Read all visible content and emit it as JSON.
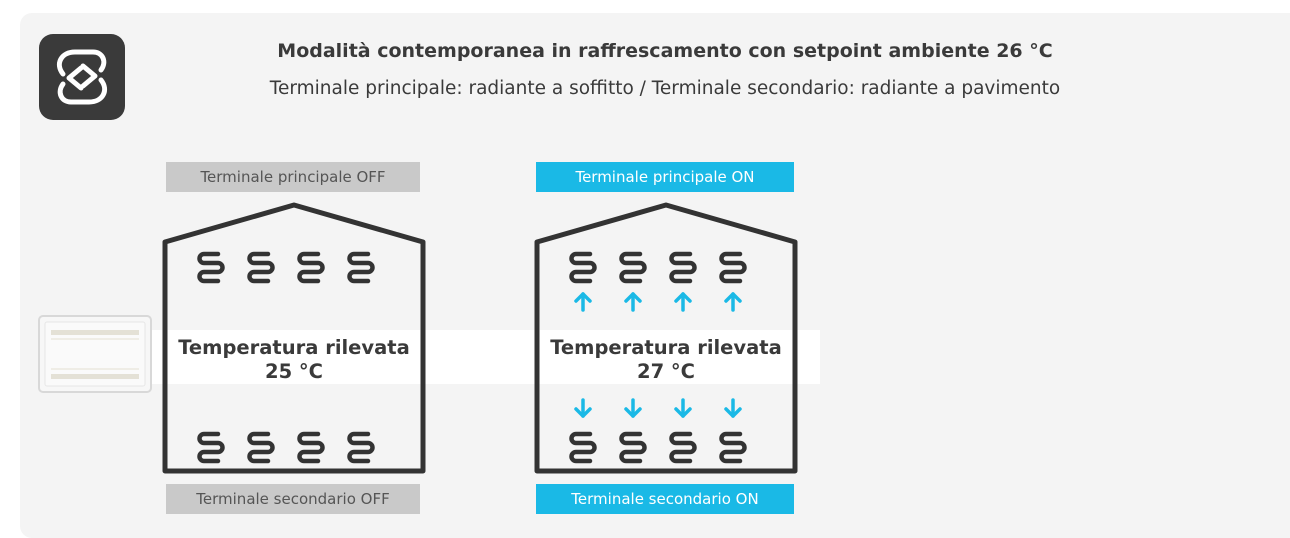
{
  "header": {
    "title": "Modalità contemporanea in raffrescamento con setpoint ambiente 26 °C",
    "subtitle": "Terminale principale: radiante a soffitto / Terminale secondario: radiante a pavimento"
  },
  "icons": {
    "mode": "cycle-arrows-icon",
    "sensor": "wall-sensor-device",
    "coil": "radiant-coil-icon",
    "arrow_up": "arrow-up-icon",
    "arrow_down": "arrow-down-icon"
  },
  "colors": {
    "on": "#1ab9e6",
    "off": "#c9c9c9",
    "outline": "#333333",
    "text": "#3a3a3a"
  },
  "scenarios": [
    {
      "state": "off",
      "primary_label": "Terminale principale OFF",
      "temp_label": "Temperatura rilevata",
      "temp_value": "25 °C",
      "secondary_label": "Terminale secondario OFF"
    },
    {
      "state": "on",
      "primary_label": "Terminale principale ON",
      "temp_label": "Temperatura rilevata",
      "temp_value": "27 °C",
      "secondary_label": "Terminale secondario ON"
    }
  ]
}
